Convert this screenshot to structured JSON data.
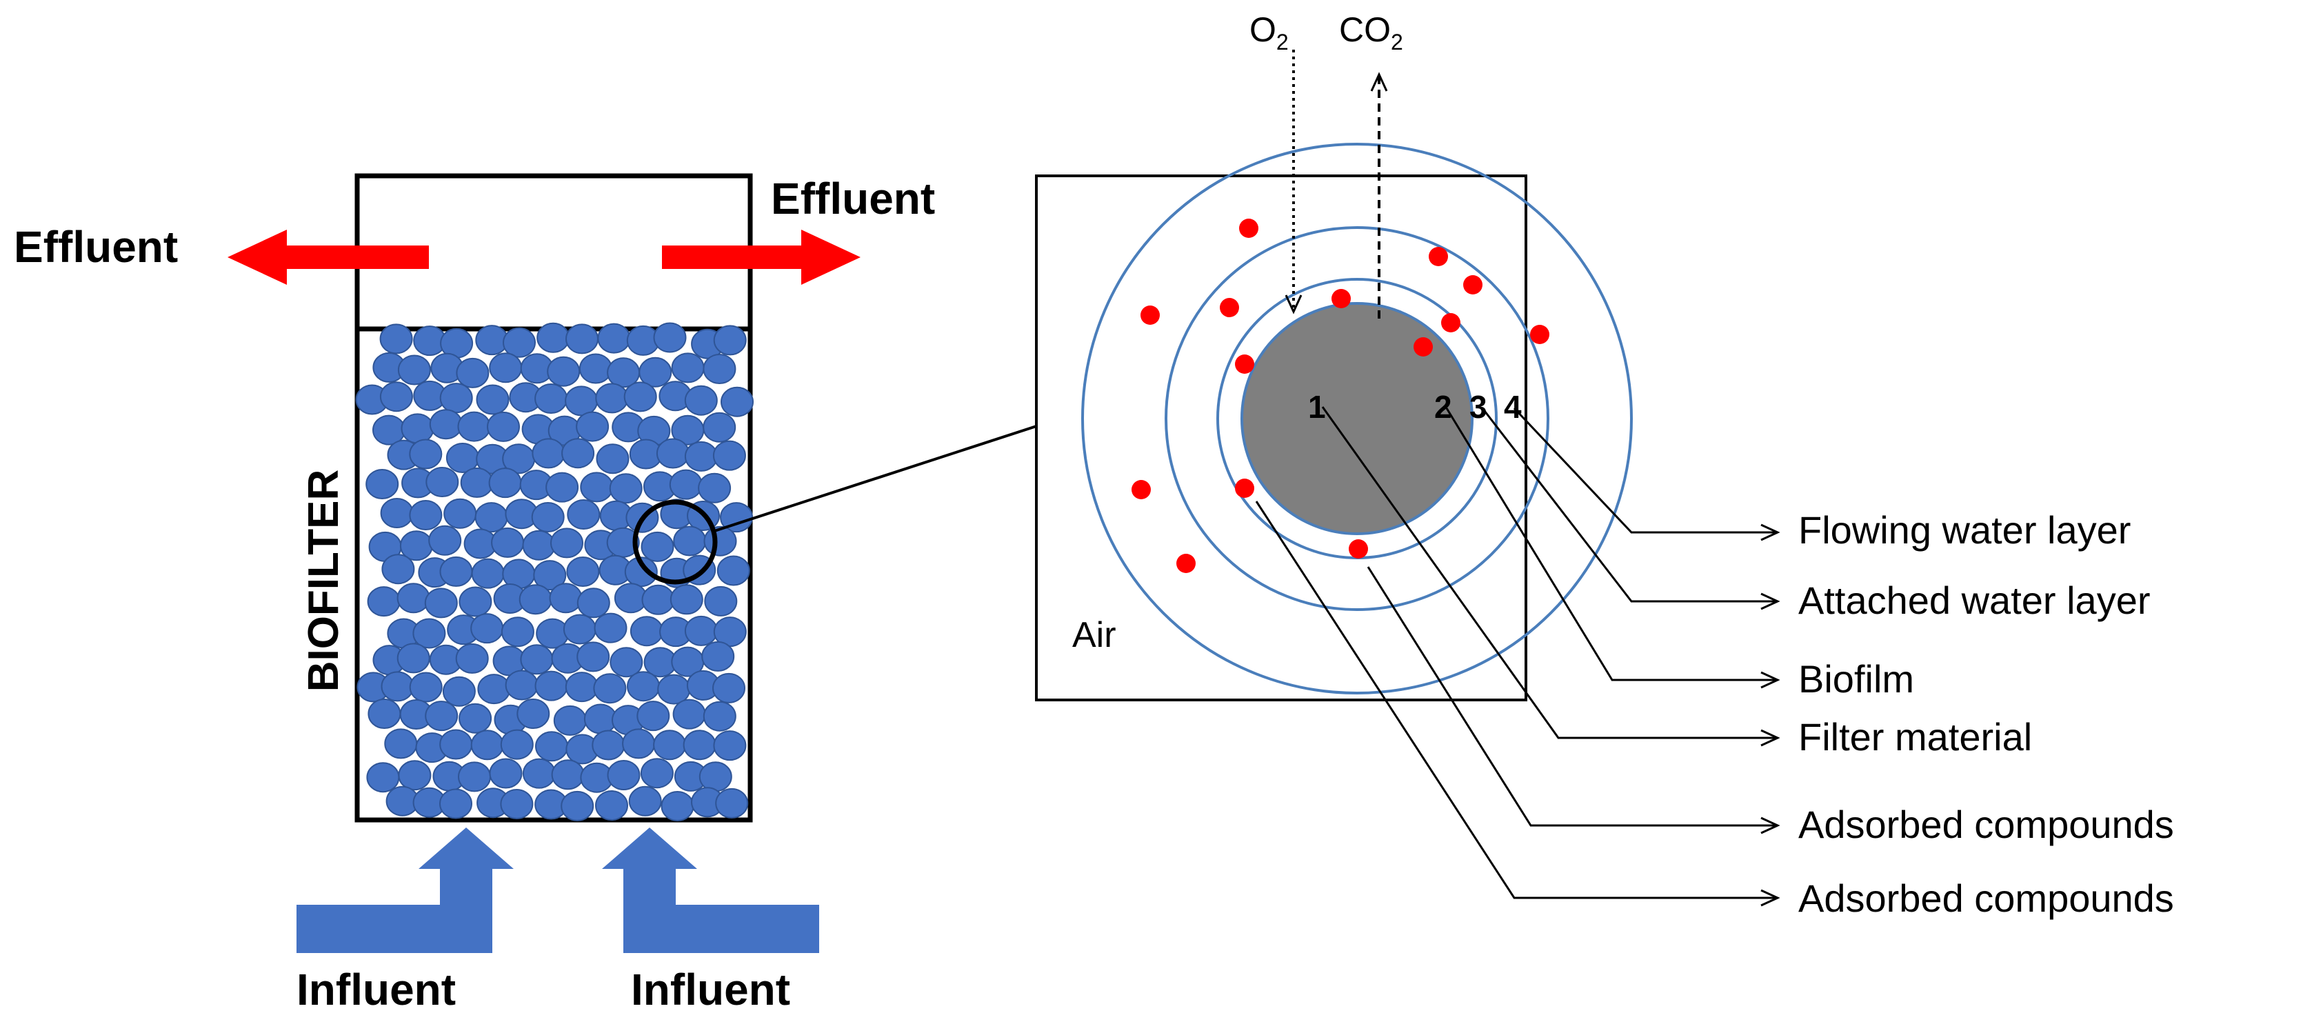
{
  "biofilter": {
    "vertical_label": "BIOFILTER",
    "effluent_left": "Effluent",
    "effluent_right": "Effluent",
    "influent_left": "Influent",
    "influent_right": "Influent",
    "flow_arrow_color": "#ff0000",
    "inflow_arrow_color": "#4472c4",
    "bead_color": "#4472c4"
  },
  "detail": {
    "air_label": "Air",
    "o2_label": {
      "base": "O",
      "sub": "2"
    },
    "co2_label": {
      "base": "CO",
      "sub": "2"
    },
    "layer_numbers": [
      "1",
      "2",
      "3",
      "4"
    ],
    "core_color": "#7f7f7f",
    "ring_color": "#4a7ebb",
    "compound_color": "#ff0000"
  },
  "legend": [
    {
      "label": "Flowing water layer"
    },
    {
      "label": "Attached water layer"
    },
    {
      "label": "Biofilm"
    },
    {
      "label": "Filter material"
    },
    {
      "label": "Adsorbed compounds"
    },
    {
      "label": "Adsorbed compounds"
    }
  ]
}
